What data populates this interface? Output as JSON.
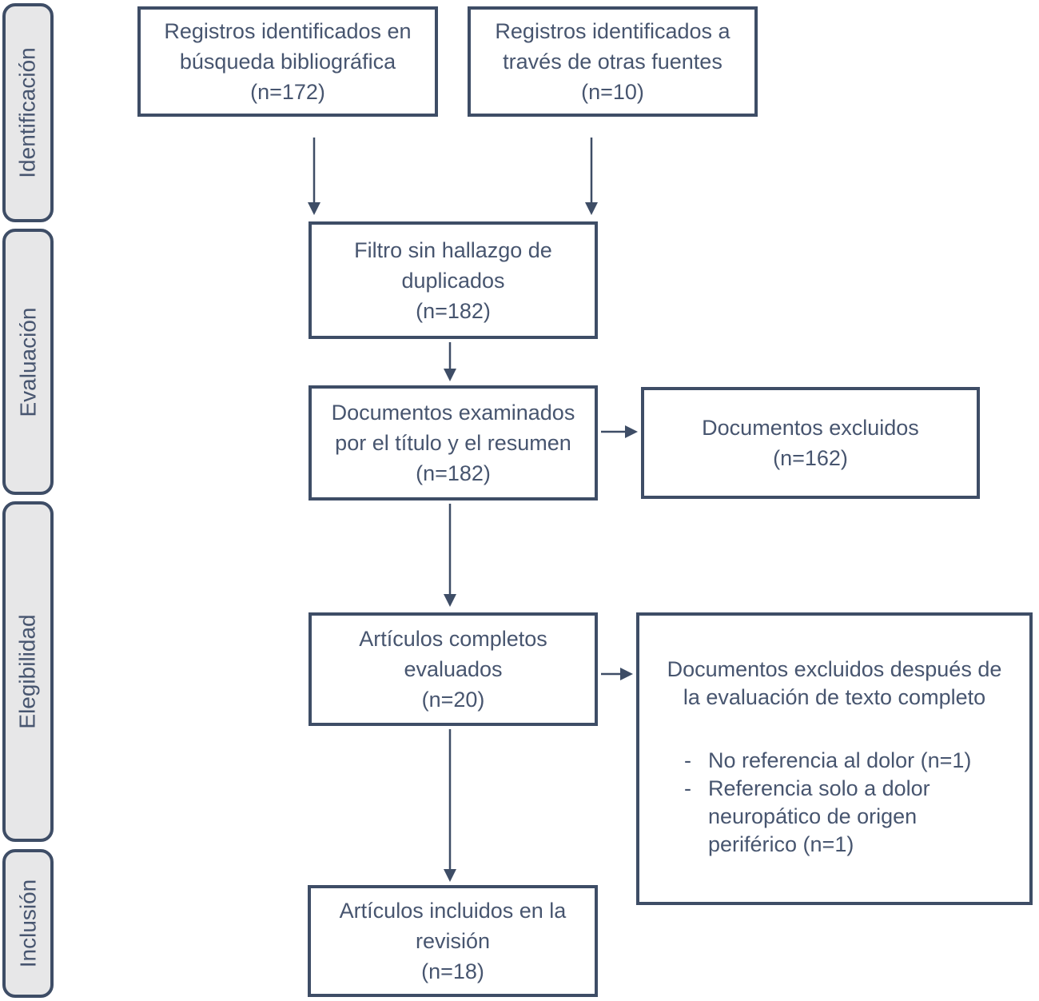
{
  "palette": {
    "line": "#3e4d66",
    "text": "#47556f",
    "stageFill": "#e7e7e8",
    "pageBg": "#ffffff"
  },
  "sidebar": {
    "stages": [
      {
        "label": "Identificación"
      },
      {
        "label": "Evaluación"
      },
      {
        "label": "Elegibilidad"
      },
      {
        "label": "Inclusión"
      }
    ]
  },
  "boxes": {
    "identified_search": {
      "lines": [
        "Registros identificados en",
        "búsqueda bibliográfica",
        "(n=172)"
      ]
    },
    "identified_other": {
      "lines": [
        "Registros identificados a",
        "través de otras fuentes",
        "(n=10)"
      ]
    },
    "dedup_filter": {
      "lines": [
        "Filtro sin hallazgo de",
        "duplicados",
        "(n=182)"
      ]
    },
    "screened": {
      "lines": [
        "Documentos examinados",
        "por el título y el resumen",
        "(n=182)"
      ]
    },
    "excluded_screening": {
      "lines": [
        "Documentos excluidos",
        "(n=162)"
      ]
    },
    "fulltext_assessed": {
      "lines": [
        "Artículos completos",
        "evaluados",
        "(n=20)"
      ]
    },
    "fulltext_excluded": {
      "title_lines": [
        "Documentos excluidos después de",
        "la evaluación de texto completo"
      ],
      "bullet_marker": "-",
      "bullets": [
        "No referencia al dolor (n=1)",
        "Referencia solo a dolor neuropático de origen periférico (n=1)"
      ]
    },
    "included": {
      "lines": [
        "Artículos incluidos en la",
        "revisión",
        "(n=18)"
      ]
    }
  }
}
